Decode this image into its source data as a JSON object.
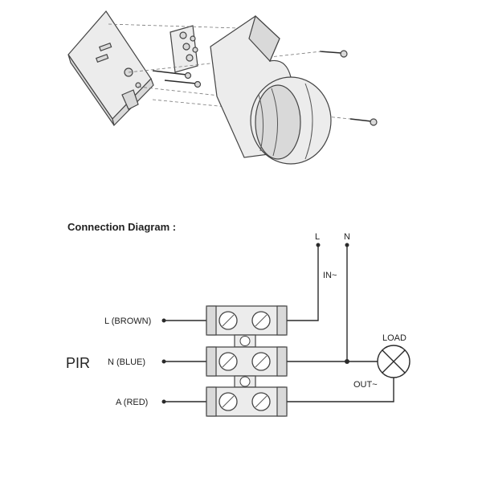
{
  "diagram": {
    "title": "Connection Diagram :",
    "device_label": "PIR",
    "wires": [
      {
        "label": "L (BROWN)"
      },
      {
        "label": "N (BLUE)"
      },
      {
        "label": "A (RED)"
      }
    ],
    "supply": {
      "live": "L",
      "neutral": "N",
      "in_label": "IN~"
    },
    "load": {
      "label": "LOAD",
      "out_label": "OUT~"
    }
  }
}
